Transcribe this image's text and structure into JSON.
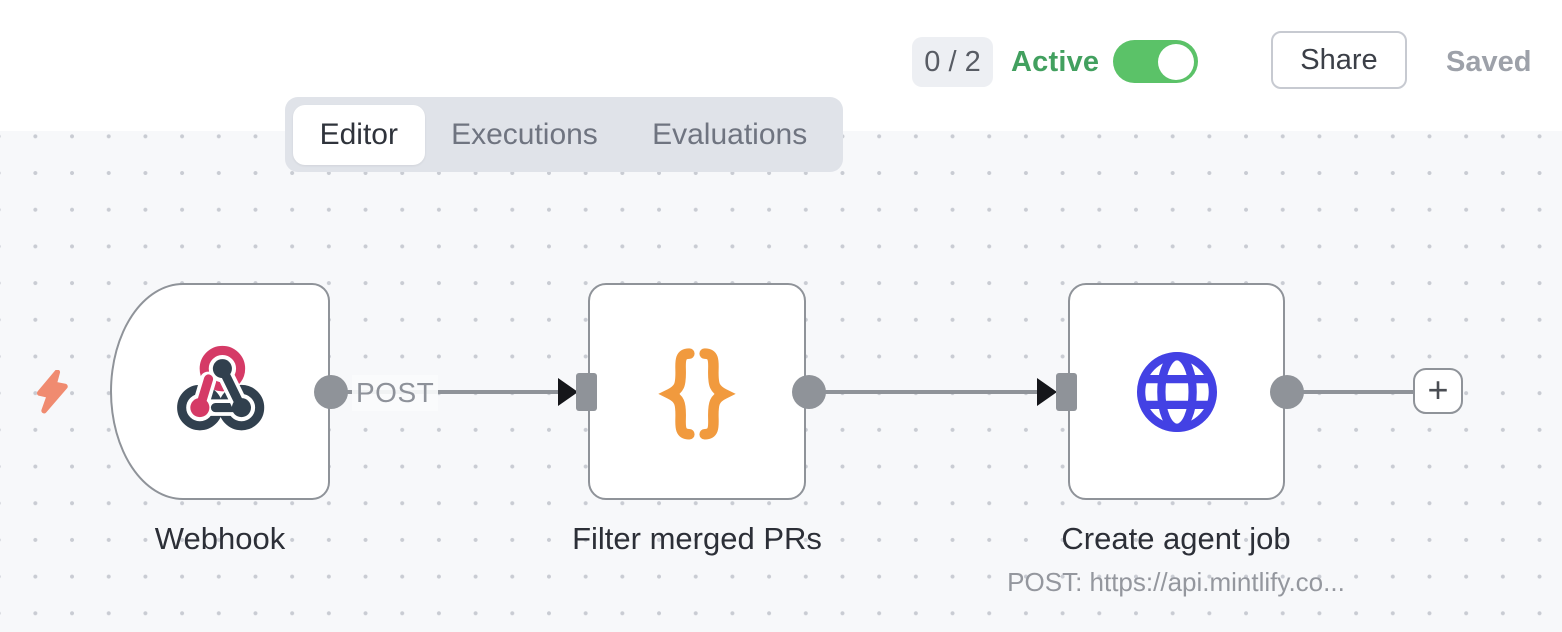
{
  "header": {
    "execution_count": "0 / 2",
    "active_label": "Active",
    "toggle_state": "on",
    "share_label": "Share",
    "saved_label": "Saved"
  },
  "tabs": [
    {
      "label": "Editor",
      "active": true
    },
    {
      "label": "Executions",
      "active": false
    },
    {
      "label": "Evaluations",
      "active": false
    }
  ],
  "canvas": {
    "nodes": [
      {
        "name": "Webhook",
        "type": "webhook-trigger",
        "icon": "webhook-icon",
        "shape": "d-shape"
      },
      {
        "name": "Filter merged PRs",
        "type": "code",
        "icon": "code-braces-icon",
        "shape": "square"
      },
      {
        "name": "Create agent job",
        "type": "http-request",
        "icon": "globe-icon",
        "shape": "square",
        "subtitle": "POST: https://api.mintlify.co..."
      }
    ],
    "connections": [
      {
        "from": "Webhook",
        "to": "Filter merged PRs",
        "label": "POST"
      },
      {
        "from": "Filter merged PRs",
        "to": "Create agent job",
        "label": ""
      },
      {
        "from": "Create agent job",
        "to": "add-node-button",
        "label": ""
      }
    ],
    "add_button_label": "+",
    "trigger_indicator": "lightning-bolt"
  },
  "colors": {
    "canvas_bg": "#f7f8fa",
    "green_text": "#42a05f",
    "green_toggle": "#5bc268",
    "pink": "#d53a66",
    "slate": "#31404e",
    "orange": "#f19a3e",
    "blue": "#4341e4",
    "coral": "#f08b70",
    "node_border": "#8f9399",
    "connector": "#8f9399",
    "saved_text": "#9da1a9"
  }
}
